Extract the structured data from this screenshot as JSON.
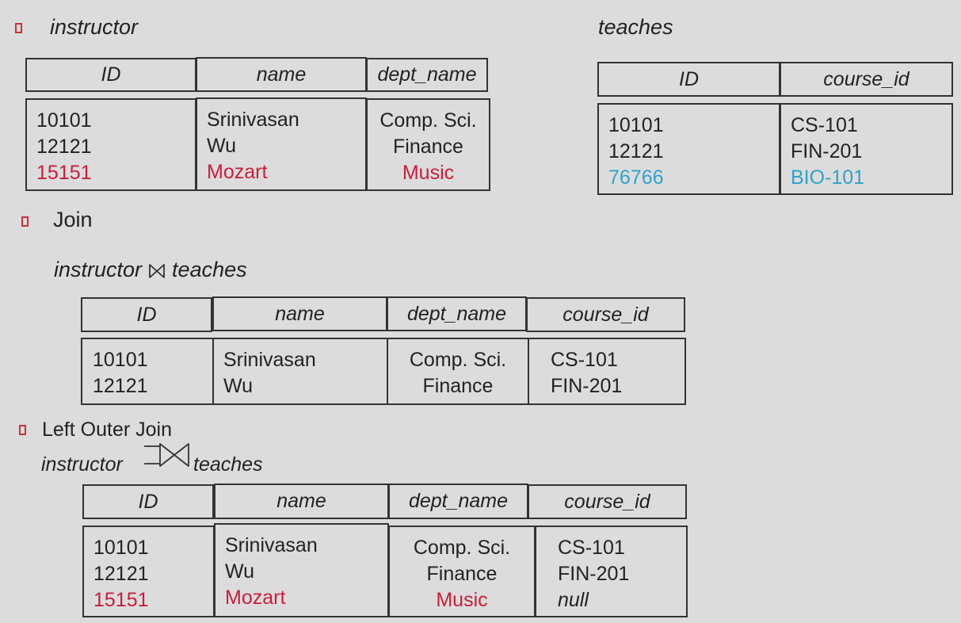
{
  "colors": {
    "accent_red": "#c81e3a",
    "accent_blue": "#2fa3c9",
    "bullet": "#c8323c"
  },
  "instructor": {
    "title": "instructor",
    "headers": [
      "ID",
      "name",
      "dept_name"
    ],
    "rows": [
      [
        "10101",
        "Srinivasan",
        "Comp. Sci."
      ],
      [
        "12121",
        "Wu",
        "Finance"
      ],
      [
        "15151",
        "Mozart",
        "Music"
      ]
    ]
  },
  "teaches": {
    "title": "teaches",
    "headers": [
      "ID",
      "course_id"
    ],
    "rows": [
      [
        "10101",
        "CS-101"
      ],
      [
        "12121",
        "FIN-201"
      ],
      [
        "76766",
        "BIO-101"
      ]
    ]
  },
  "join": {
    "bullet_label": "Join",
    "expr_left": "instructor",
    "expr_right": "teaches",
    "headers": [
      "ID",
      "name",
      "dept_name",
      "course_id"
    ],
    "rows": [
      [
        "10101",
        "Srinivasan",
        "Comp. Sci.",
        "CS-101"
      ],
      [
        "12121",
        "Wu",
        "Finance",
        "FIN-201"
      ]
    ]
  },
  "left_outer_join": {
    "bullet_label": "Left Outer Join",
    "expr_left": "instructor",
    "expr_right": "teaches",
    "headers": [
      "ID",
      "name",
      "dept_name",
      "course_id"
    ],
    "rows": [
      [
        "10101",
        "Srinivasan",
        "Comp. Sci.",
        "CS-101"
      ],
      [
        "12121",
        "Wu",
        "Finance",
        "FIN-201"
      ],
      [
        "15151",
        "Mozart",
        "Music",
        "null"
      ]
    ]
  }
}
